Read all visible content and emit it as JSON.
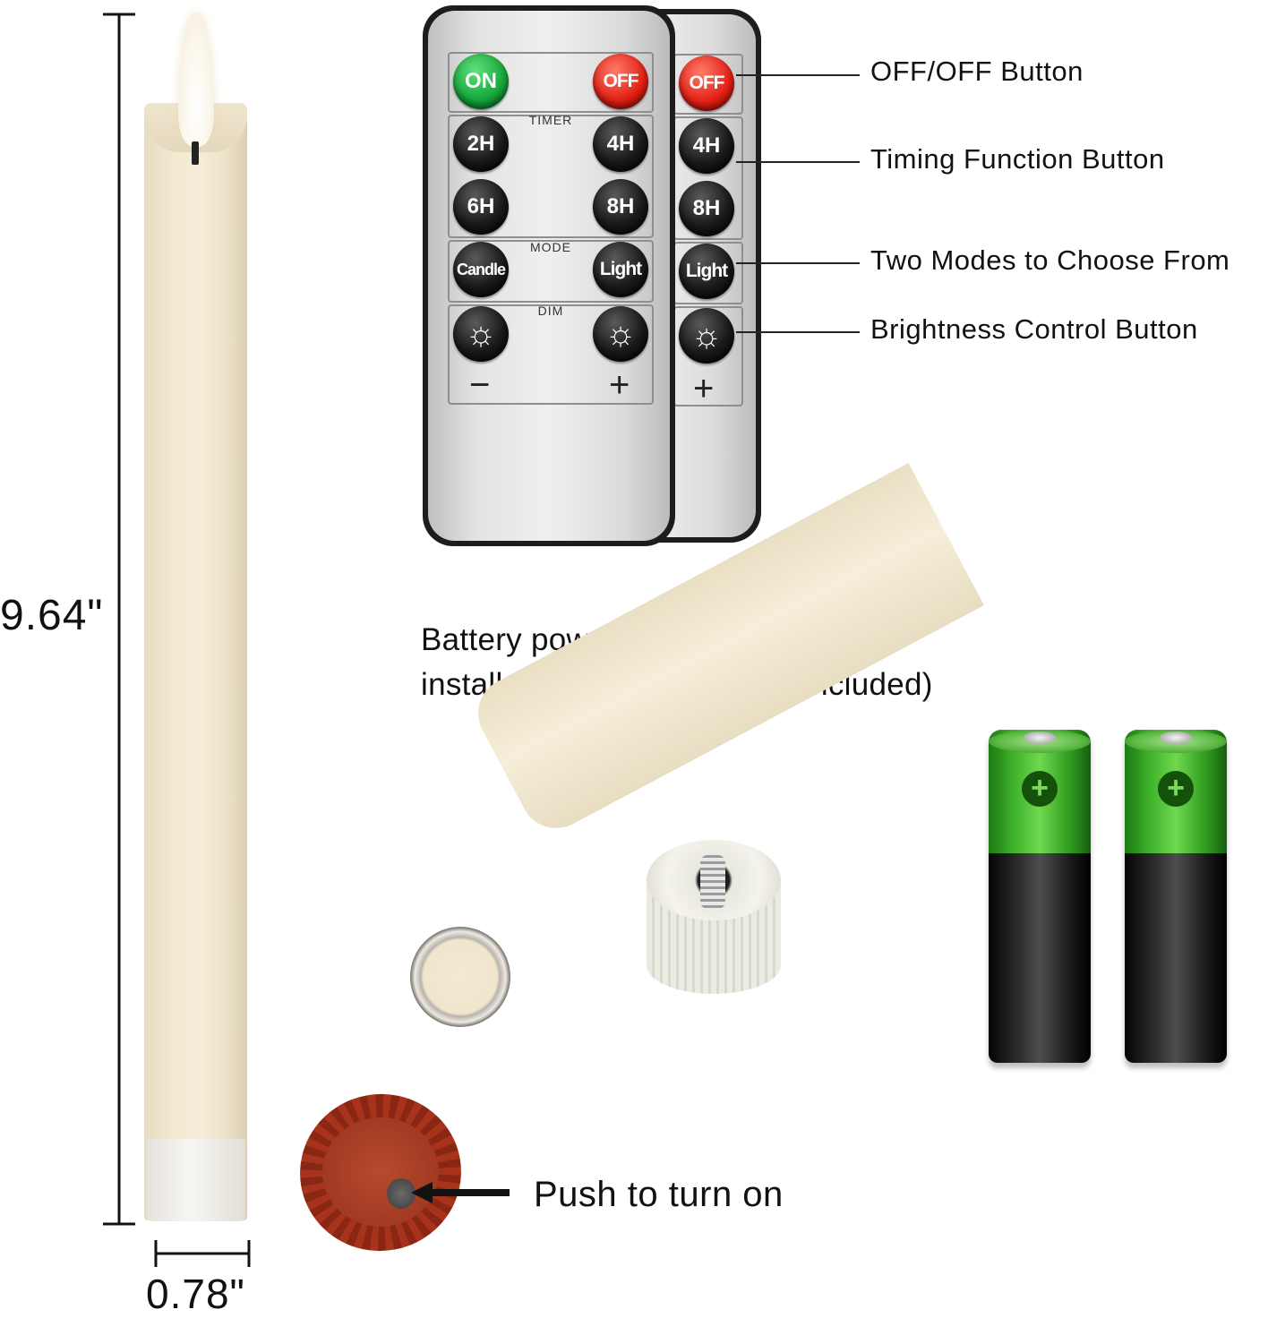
{
  "dimensions": {
    "height": "9.64\"",
    "width": "0.78\""
  },
  "remote": {
    "on_label": "ON",
    "off_label": "OFF",
    "timer_label": "TIMER",
    "timer_buttons": [
      "2H",
      "4H",
      "6H",
      "8H"
    ],
    "mode_label": "MODE",
    "mode_buttons": [
      "Candle",
      "Light"
    ],
    "dim_label": "DIM",
    "minus": "−",
    "plus": "+",
    "sun_glyph": "☼"
  },
  "callouts": [
    "OFF/OFF Button",
    "Timing Function Button",
    "Two Modes to Choose From",
    "Brightness Control Button"
  ],
  "battery_info": {
    "line1": "Battery powered design",
    "line2": "install 2 AAA batteries (not included)"
  },
  "battery_plus": "+",
  "push_text": "Push to turn on",
  "colors": {
    "on_button": "#14a53a",
    "off_button": "#e31e13",
    "candle": "#f3ead3",
    "battery_green": "#3fb22c",
    "push_cap": "#a7331d"
  }
}
